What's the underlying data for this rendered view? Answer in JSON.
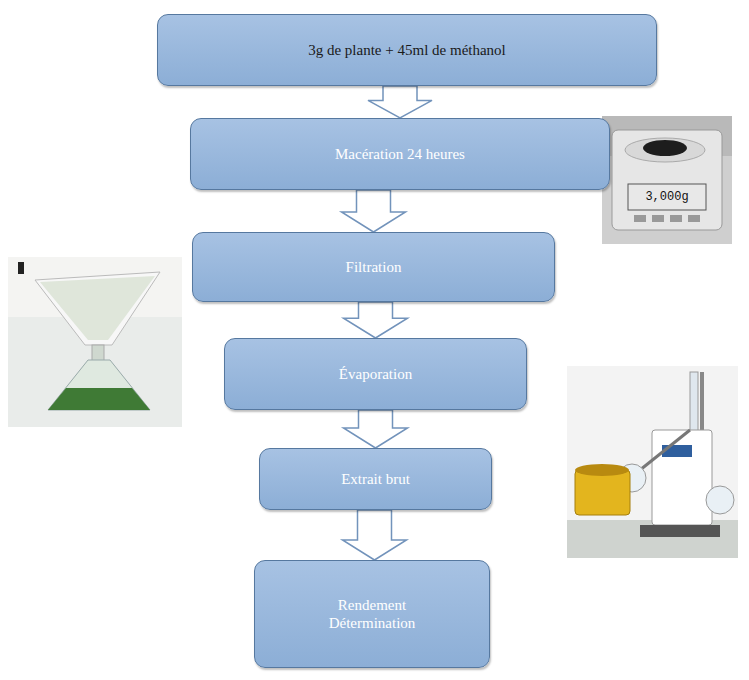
{
  "diagram": {
    "nodes": [
      {
        "text": [
          "3g de plante + 45ml de méthanol"
        ]
      },
      {
        "text": [
          "Macération 24 heures"
        ]
      },
      {
        "text": [
          "Filtration"
        ]
      },
      {
        "text": [
          "Évaporation"
        ]
      },
      {
        "text": [
          "Extrait brut"
        ]
      },
      {
        "text": [
          "Rendement Détermination"
        ]
      }
    ],
    "edges": [
      {
        "from": 0,
        "to": 1,
        "arrow": "to"
      },
      {
        "from": 1,
        "to": 2,
        "arrow": "to"
      },
      {
        "from": 2,
        "to": 3,
        "arrow": "to"
      },
      {
        "from": 3,
        "to": 4,
        "arrow": "to"
      },
      {
        "from": 4,
        "to": 5,
        "arrow": "to"
      }
    ],
    "labels": [
      "3,000g"
    ]
  }
}
